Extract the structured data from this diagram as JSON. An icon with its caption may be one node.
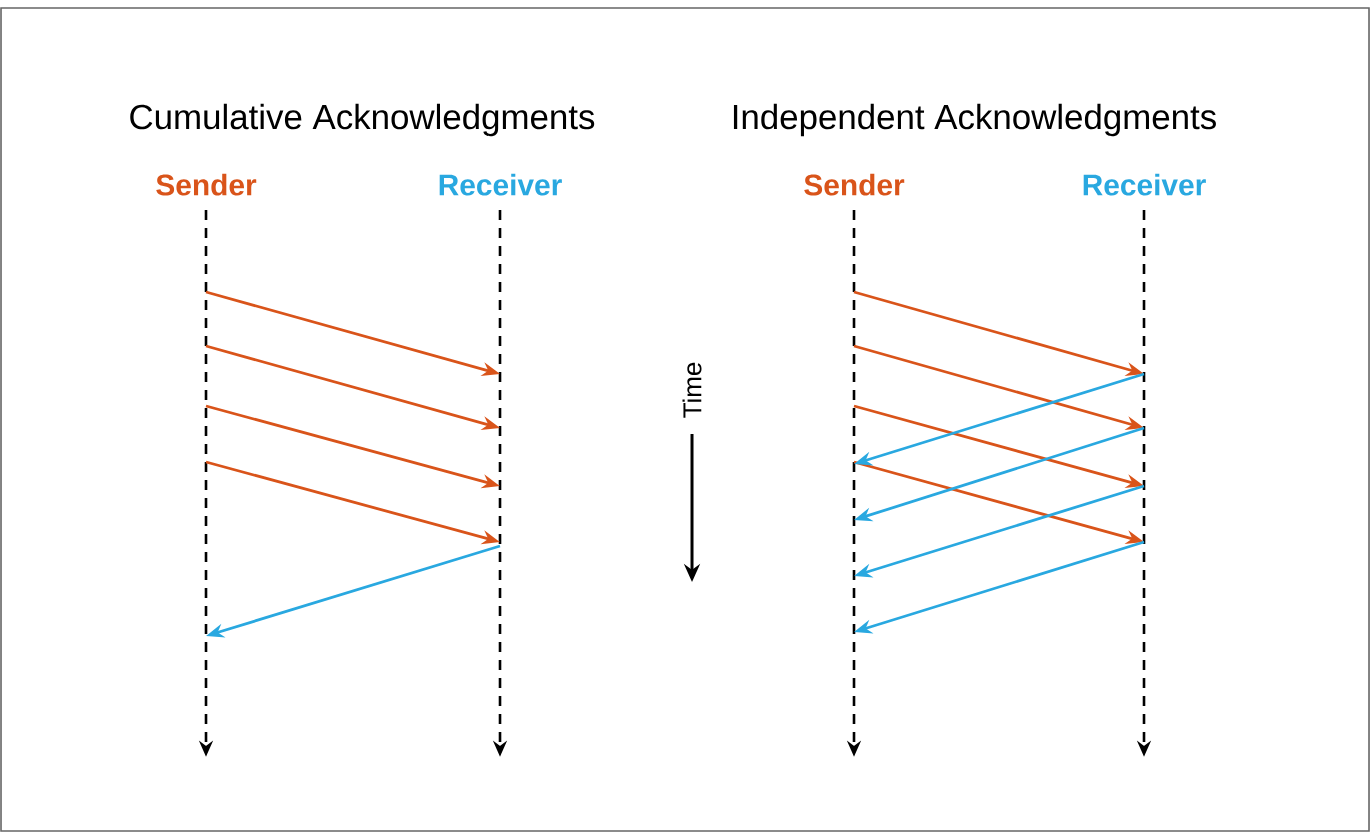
{
  "diagram": {
    "nodes": [
      {
        "text": [
          "Sender"
        ]
      },
      {
        "text": [
          "Receiver"
        ]
      },
      {
        "text": [
          "Sender"
        ]
      },
      {
        "text": [
          "Receiver"
        ]
      }
    ],
    "edges": [
      {
        "from": 0,
        "to": 1,
        "arrow": "to"
      },
      {
        "from": 0,
        "to": 1,
        "arrow": "to"
      },
      {
        "from": 0,
        "to": 1,
        "arrow": "to"
      },
      {
        "from": 0,
        "to": 1,
        "arrow": "to"
      },
      {
        "from": 1,
        "to": 0,
        "arrow": "to",
        "color": "#29a8e0"
      },
      {
        "from": 2,
        "to": 3,
        "arrow": "to"
      },
      {
        "from": 2,
        "to": 3,
        "arrow": "to"
      },
      {
        "from": 2,
        "to": 3,
        "arrow": "to"
      },
      {
        "from": 2,
        "to": 3,
        "arrow": "to"
      },
      {
        "from": 3,
        "to": 2,
        "arrow": "to",
        "color": "#29a8e0"
      },
      {
        "from": 3,
        "to": 2,
        "arrow": "to",
        "color": "#29a8e0"
      },
      {
        "from": 3,
        "to": 2,
        "arrow": "to",
        "color": "#29a8e0"
      },
      {
        "from": 3,
        "to": 2,
        "arrow": "to",
        "color": "#29a8e0"
      }
    ],
    "labels": [
      "Cumulative Acknowledgments",
      "Independent Acknowledgments",
      "Time"
    ]
  }
}
